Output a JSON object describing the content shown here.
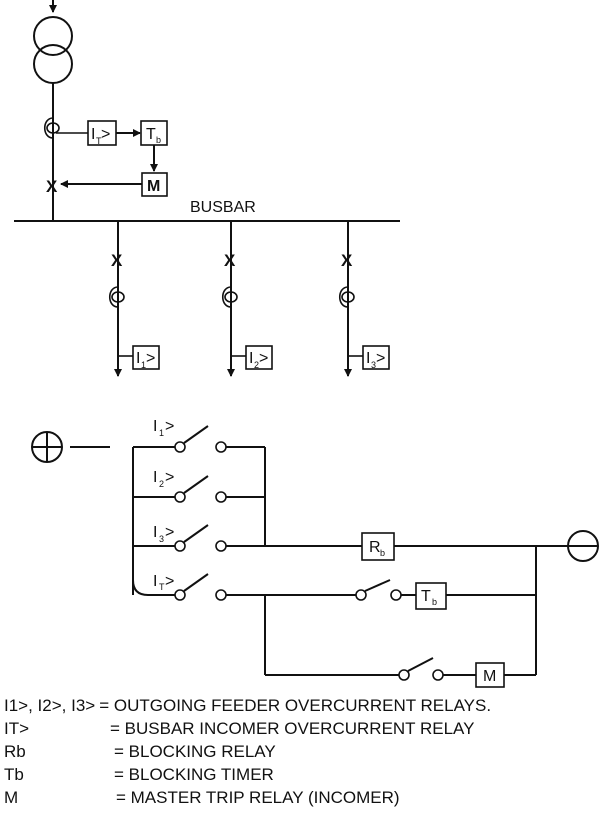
{
  "busbar_label": "BUSBAR",
  "breaker_mark": "X",
  "relay_symbol": "I",
  "timer_symbol": "T",
  "timer_sub": "b",
  "master_symbol": "M",
  "blocking_symbol": "R",
  "blocking_sub": "b",
  "incomer_sub": "T",
  "feeders": [
    {
      "sub": "1"
    },
    {
      "sub": "2"
    },
    {
      "sub": "3"
    }
  ],
  "legend": [
    {
      "key": "I1>, I2>, I3>",
      "desc": "= OUTGOING FEEDER OVERCURRENT RELAYS."
    },
    {
      "key": "IT>",
      "desc": "= BUSBAR INCOMER OVERCURRENT RELAY"
    },
    {
      "key": "Rb",
      "desc": "= BLOCKING RELAY"
    },
    {
      "key": "Tb",
      "desc": "= BLOCKING TIMER"
    },
    {
      "key": "M",
      "desc": "= MASTER TRIP RELAY (INCOMER)"
    }
  ]
}
